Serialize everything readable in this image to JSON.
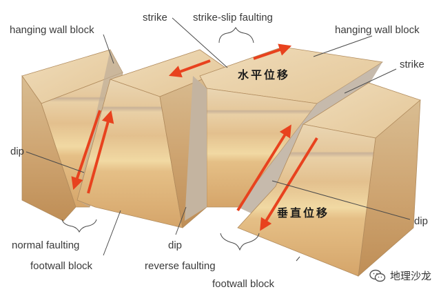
{
  "labels": {
    "hanging_wall_left": "hanging wall block",
    "strike_top": "strike",
    "strike_slip": "strike-slip faulting",
    "hanging_wall_right": "hanging wall block",
    "strike_right": "strike",
    "dip_left": "dip",
    "dip_right": "dip",
    "normal_faulting": "normal faulting",
    "footwall_left": "footwall block",
    "dip_bottom": "dip",
    "reverse_faulting": "reverse faulting",
    "footwall_right": "footwall block",
    "horizontal_displacement": "水平位移",
    "vertical_displacement": "垂直位移"
  },
  "watermark": {
    "text": "地理沙龙",
    "icon": "wechat-icon"
  },
  "colors": {
    "top_face": "#e9cfa3",
    "front_face": "#dcb683",
    "side_face": "#c99b66",
    "fault_plane": "#b9aea0",
    "arrow": "#e8421e",
    "leader": "#4a4a4a"
  }
}
